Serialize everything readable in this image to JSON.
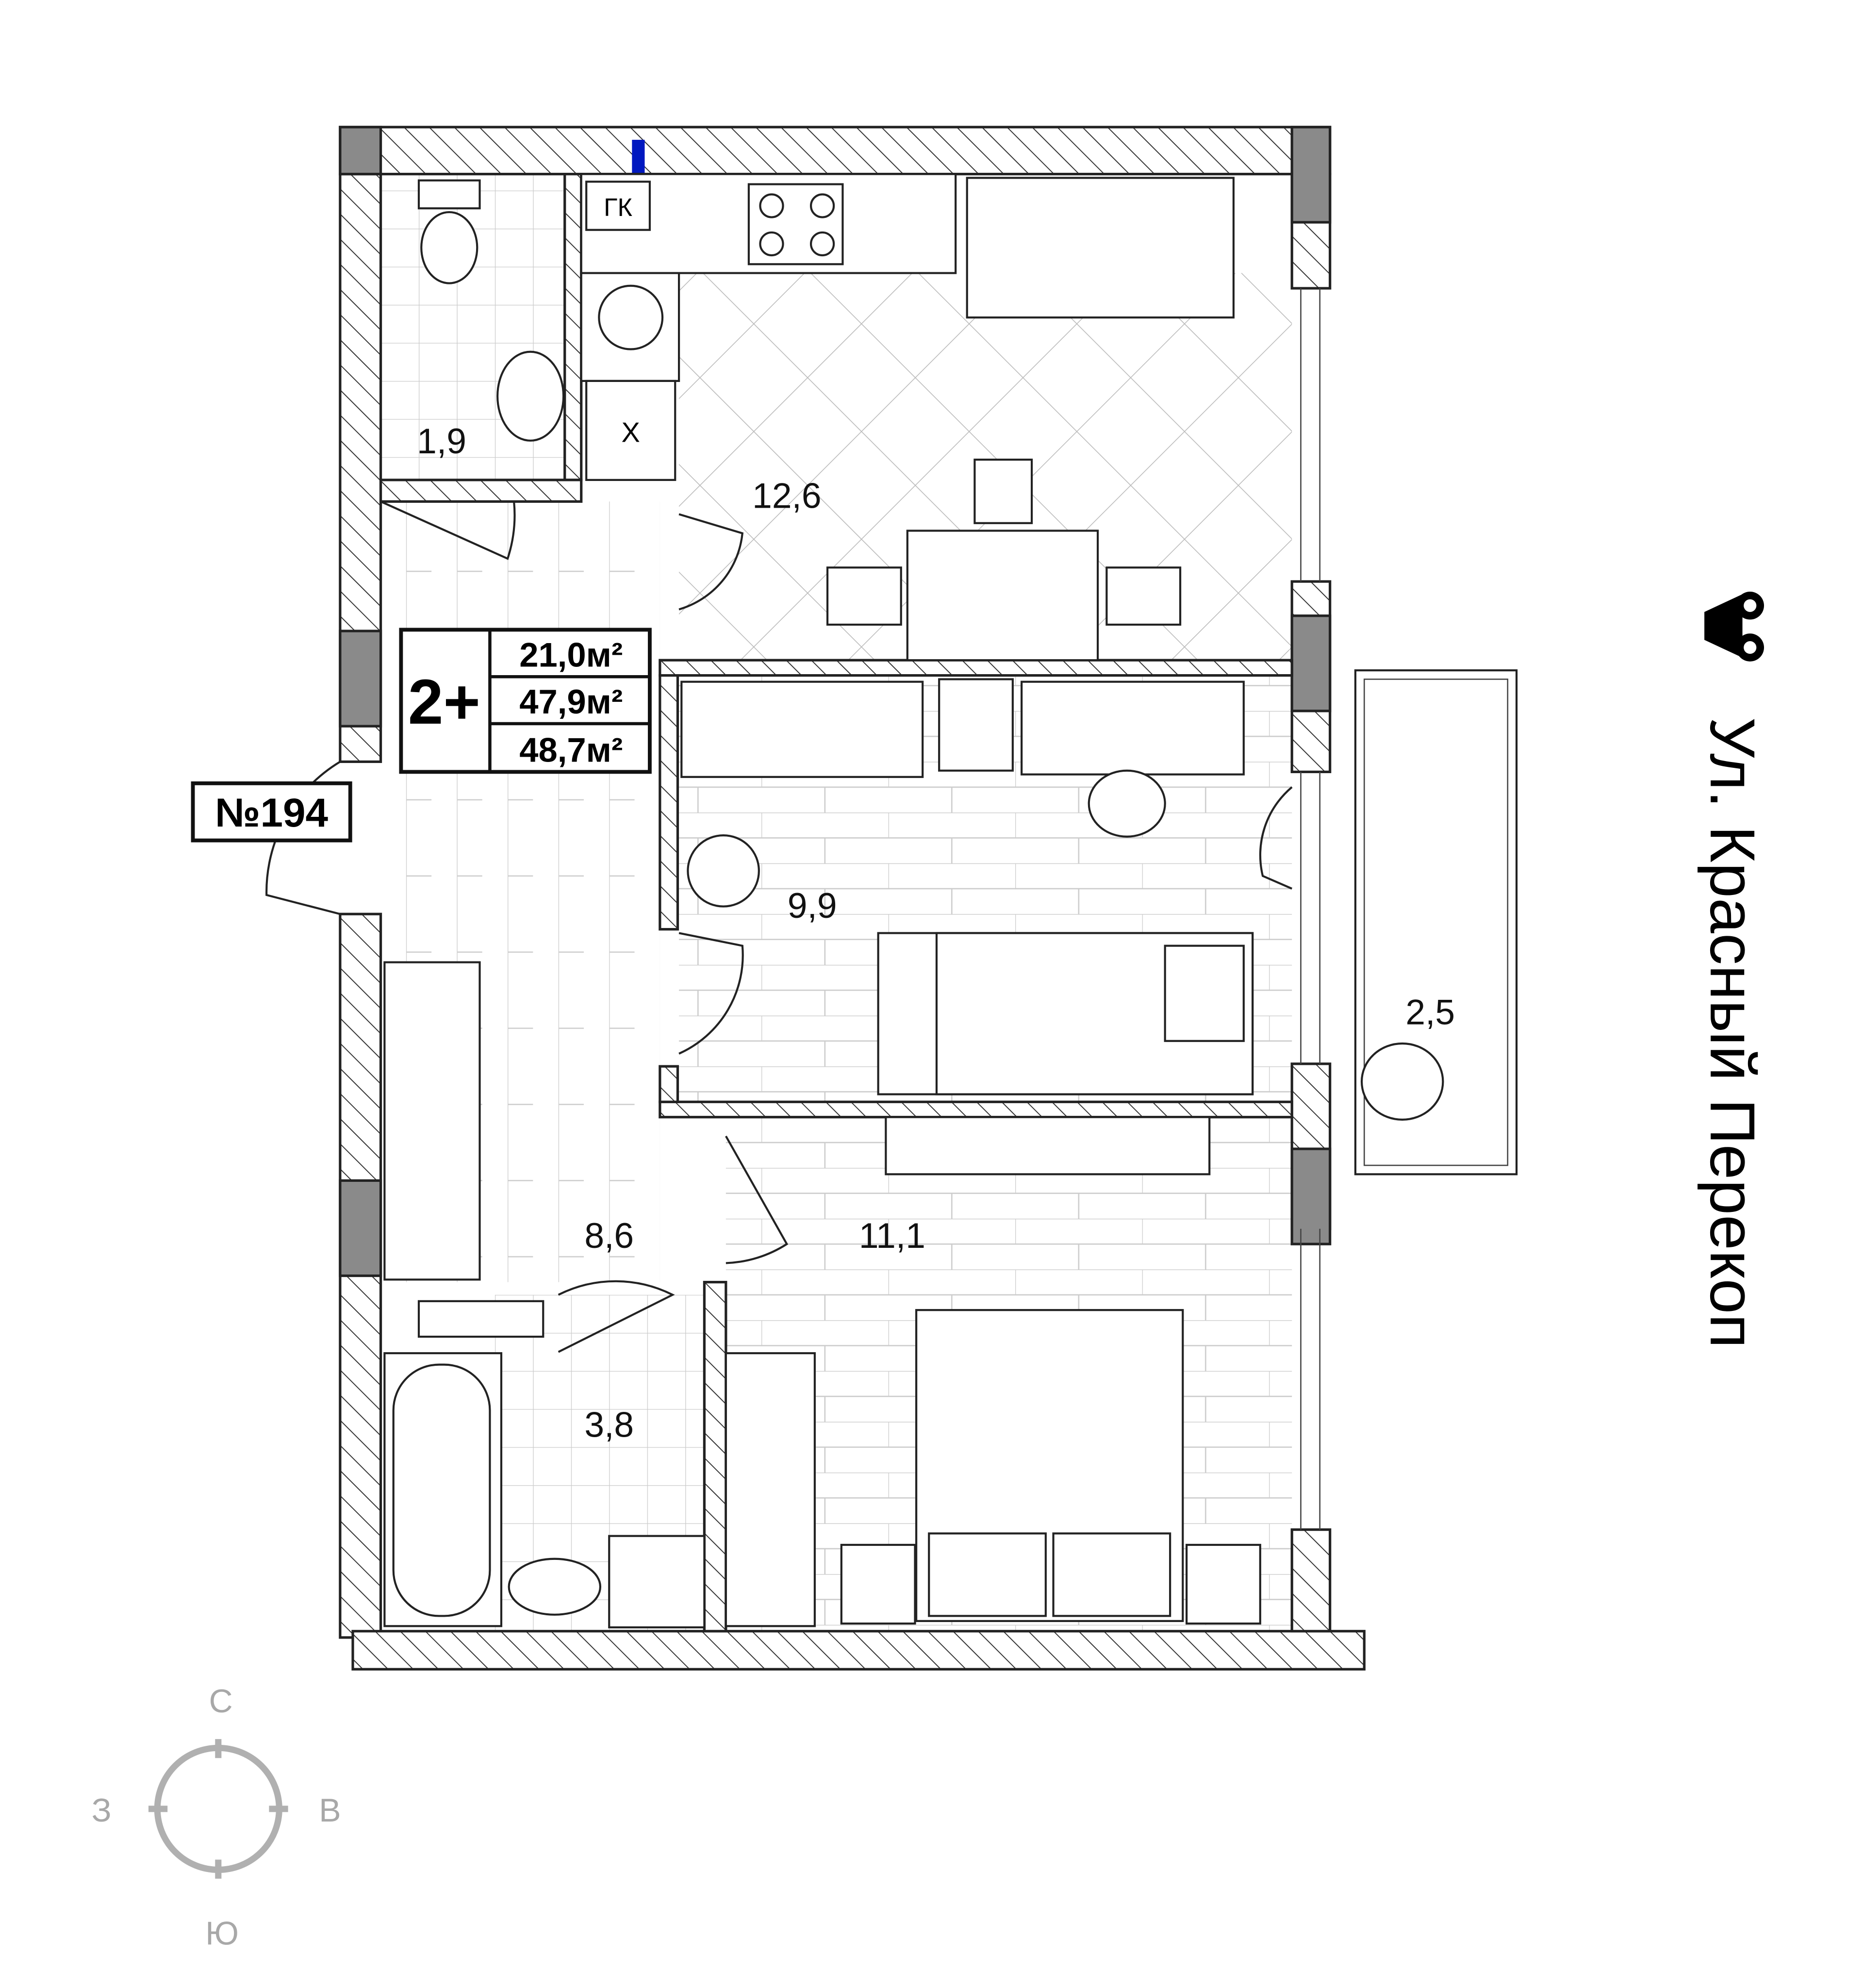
{
  "apartment": {
    "number": "№194",
    "rooms_label": "2+",
    "areas": [
      "21,0м²",
      "47,9м²",
      "48,7м²"
    ]
  },
  "rooms": [
    {
      "name": "toilet",
      "area": "1,9"
    },
    {
      "name": "kitchen",
      "area": "12,6"
    },
    {
      "name": "bedroom-small",
      "area": "9,9"
    },
    {
      "name": "balcony",
      "area": "2,5"
    },
    {
      "name": "hallway",
      "area": "8,6"
    },
    {
      "name": "bedroom-large",
      "area": "11,1"
    },
    {
      "name": "bathroom",
      "area": "3,8"
    }
  ],
  "fixtures": {
    "boiler": "ГК",
    "fridge": "Х"
  },
  "street": {
    "name": "Ул. Красный Перекоп",
    "icon": "binoculars-icon"
  },
  "compass": {
    "north": "С",
    "east": "В",
    "south": "Ю",
    "west": "З"
  },
  "colors": {
    "wall_column": "#8a8a8a",
    "compass": "#b0b0b0",
    "riser": "#0018c0"
  }
}
